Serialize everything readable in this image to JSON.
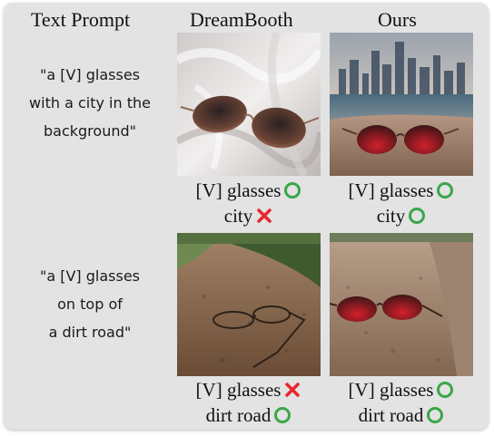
{
  "headers": {
    "col1": "Text Prompt",
    "col2": "DreamBooth",
    "col3": "Ours"
  },
  "rows": [
    {
      "prompt_lines": [
        "\"a [V] glasses",
        "with a city in the",
        "background\""
      ],
      "dreambooth": {
        "line1": "[V] glasses",
        "line1_mark": "circle-check",
        "line2": "city",
        "line2_mark": "cross"
      },
      "ours": {
        "line1": "[V] glasses",
        "line1_mark": "circle-check",
        "line2": "city",
        "line2_mark": "circle-check"
      }
    },
    {
      "prompt_lines": [
        "\"a [V] glasses",
        "on top of",
        "a dirt road\""
      ],
      "dreambooth": {
        "line1": "[V] glasses",
        "line1_mark": "cross",
        "line2": "dirt road",
        "line2_mark": "circle-check"
      },
      "ours": {
        "line1": "[V] glasses",
        "line1_mark": "circle-check",
        "line2": "dirt road",
        "line2_mark": "circle-check"
      }
    }
  ],
  "colors": {
    "check": "#3aa64a",
    "cross": "#e8262c",
    "panel": "#e3e3e3"
  }
}
